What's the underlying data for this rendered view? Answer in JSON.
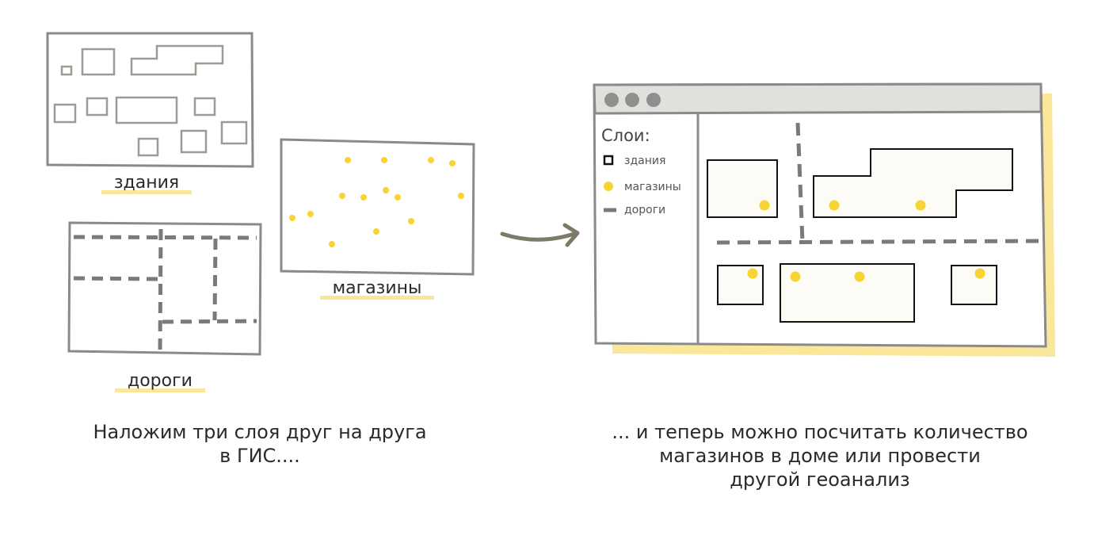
{
  "layers": {
    "buildings_label": "здания",
    "roads_label": "дороги",
    "shops_label": "магазины"
  },
  "gis_window": {
    "legend": {
      "title": "Слои:",
      "items": [
        {
          "label": "здания",
          "icon": "square-icon"
        },
        {
          "label": "магазины",
          "icon": "dot-icon"
        },
        {
          "label": "дороги",
          "icon": "dash-icon"
        }
      ]
    },
    "controls": [
      "window-dot-icon",
      "window-dot-icon",
      "window-dot-icon"
    ]
  },
  "captions": {
    "left_line1": "Наложим три слоя друг на друга",
    "left_line2": "в ГИС....",
    "right_line1": "... и теперь можно посчитать количество",
    "right_line2": "магазинов в доме или провести",
    "right_line3": "другой геоанализ"
  },
  "colors": {
    "outline": "#8a8a8a",
    "road": "#7a7a7a",
    "shop": "#f7d432",
    "highlight": "#fbe79a",
    "arrow": "#7d7a68",
    "titlebar": "#e2e0dc",
    "building_fill": "#fcfbf5"
  }
}
